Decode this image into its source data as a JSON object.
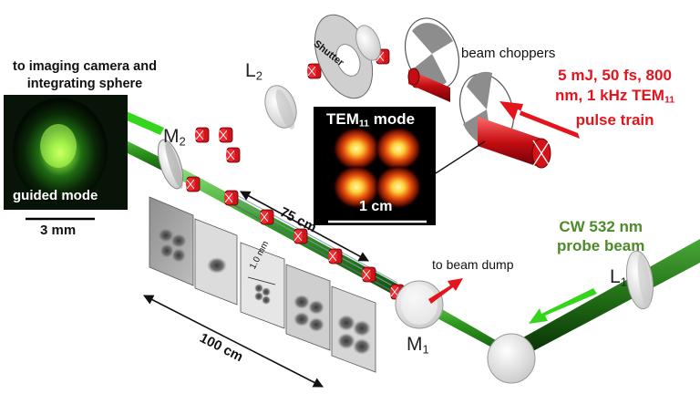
{
  "labels": {
    "imaging_target_line1": "to imaging camera and",
    "imaging_target_line2": "integrating sphere",
    "guided_mode": "guided mode",
    "guided_scale": "3 mm",
    "m2_main": "M",
    "m2_sub": "2",
    "l2_main": "L",
    "l2_sub": "2",
    "shutter": "Shutter",
    "beam_choppers": "beam choppers",
    "pump_line1": "5 mJ, 50 fs, 800",
    "pump_line2_prefix": "nm, 1 kHz TEM",
    "pump_line2_sub": "11",
    "pump_line3": "pulse train",
    "tem_title_main": "TEM",
    "tem_title_sub": "11",
    "tem_title_suffix": " mode",
    "tem_scale": "1 cm",
    "length_75": "75 cm",
    "length_100": "100 cm",
    "screen_scale": "1.0 mm",
    "beam_dump": "to beam dump",
    "m1_main": "M",
    "m1_sub": "1",
    "l1_main": "L",
    "l1_sub": "1",
    "probe_line1": "CW 532 nm",
    "probe_line2": "probe beam"
  },
  "colors": {
    "pump_red": "#e3141b",
    "probe_green": "#2f9a1e",
    "probe_label_green": "#4c8a2a",
    "gray_optic": "#d8d8d8"
  },
  "icons": {
    "mirror": "mirror-icon",
    "lens": "lens-icon",
    "iris": "iris-icon",
    "chopper": "chopper-icon",
    "arrow": "arrow-icon"
  }
}
